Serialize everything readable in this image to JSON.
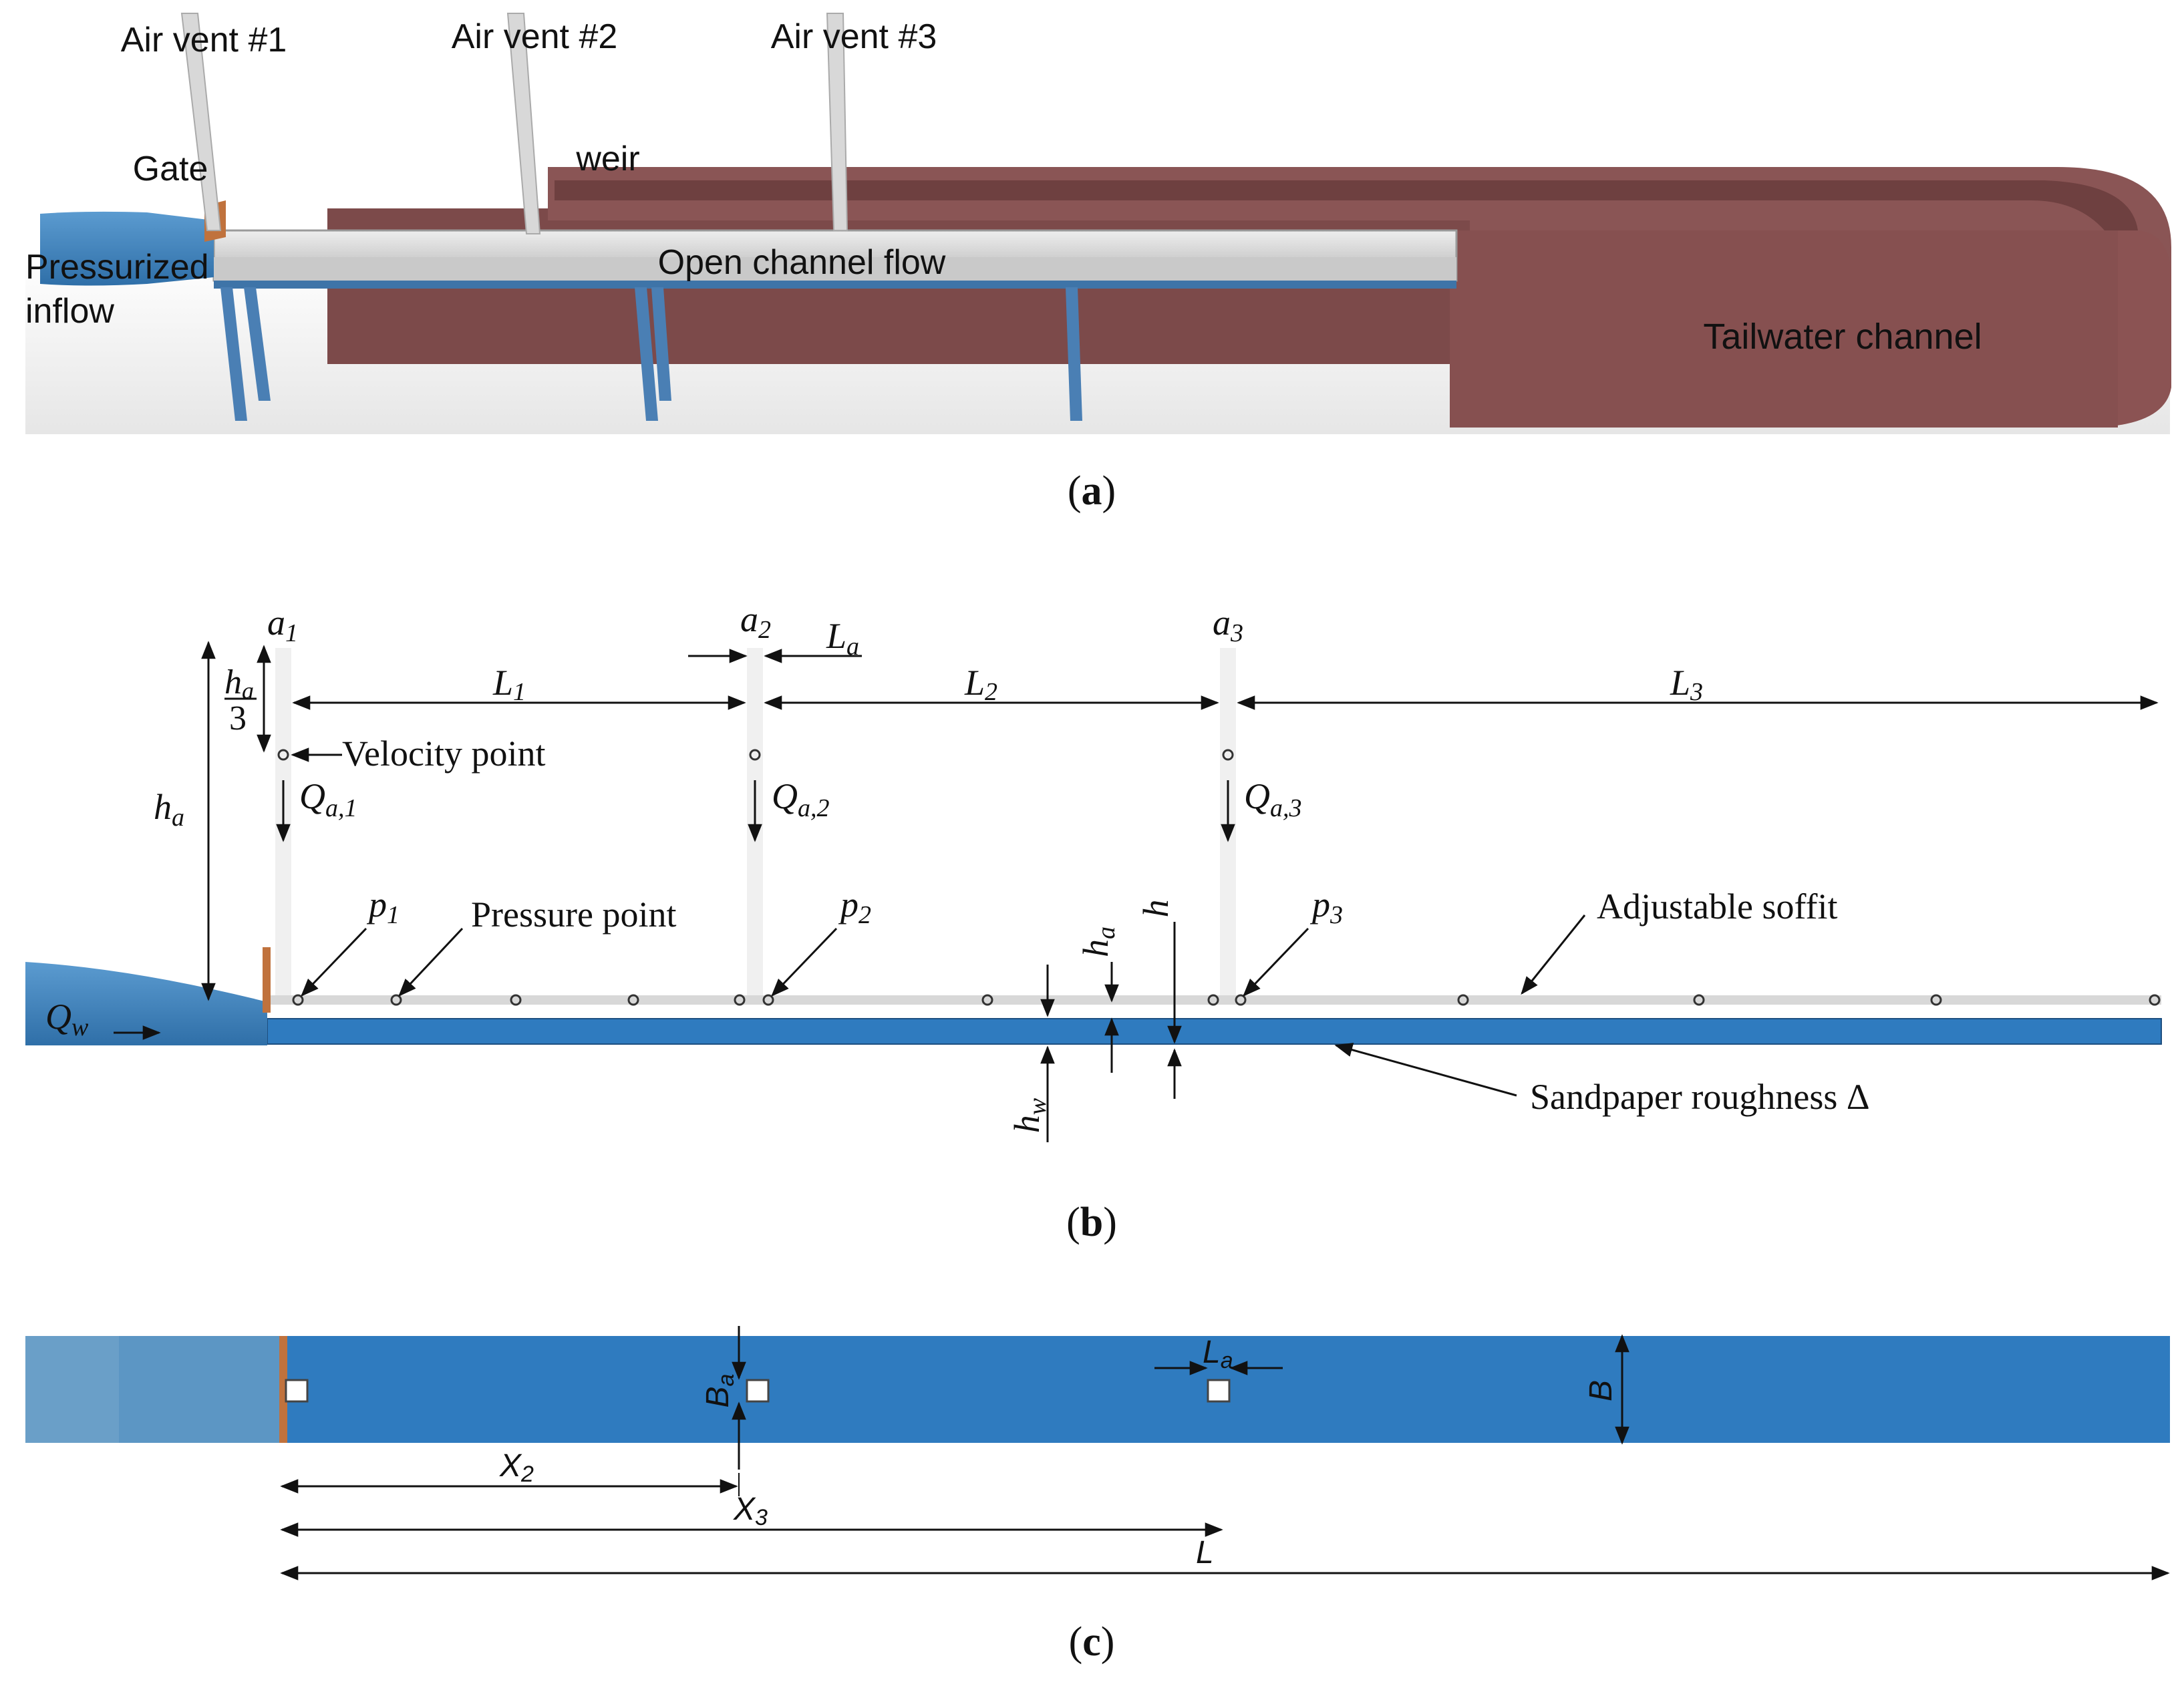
{
  "panel_a": {
    "caption_letter": "a",
    "labels": {
      "air_vent_1": "Air vent #1",
      "air_vent_2": "Air vent #2",
      "air_vent_3": "Air vent #3",
      "gate": "Gate",
      "weir": "weir",
      "pressurized_1": "Pressurized",
      "pressurized_2": "inflow",
      "open_channel": "Open channel flow",
      "tailwater": "Tailwater channel"
    }
  },
  "panel_b": {
    "caption_letter": "b",
    "labels": {
      "a1": "a",
      "a1_sub": "1",
      "a2": "a",
      "a2_sub": "2",
      "a3": "a",
      "a3_sub": "3",
      "La": "L",
      "La_sub": "a",
      "L1": "L",
      "L1_sub": "1",
      "L2": "L",
      "L2_sub": "2",
      "L3": "L",
      "L3_sub": "3",
      "ha_frac_num": "h",
      "ha_frac_num_sub": "a",
      "ha_frac_den": "3",
      "velocity_point": "Velocity point",
      "ha_left": "h",
      "ha_left_sub": "a",
      "Qa1": "Q",
      "Qa1_sub": "a,1",
      "Qa2": "Q",
      "Qa2_sub": "a,2",
      "Qa3": "Q",
      "Qa3_sub": "a,3",
      "p1": "p",
      "p1_sub": "1",
      "p2": "p",
      "p2_sub": "2",
      "p3": "p",
      "p3_sub": "3",
      "pressure_point": "Pressure point",
      "adjustable_soffit": "Adjustable soffit",
      "ha_vert": "h",
      "ha_vert_sub": "a",
      "h_vert": "h",
      "hw": "h",
      "hw_sub": "w",
      "Qw": "Q",
      "Qw_sub": "w",
      "sandpaper": "Sandpaper roughness Δ"
    }
  },
  "panel_c": {
    "caption_letter": "c",
    "labels": {
      "Ba": "B",
      "Ba_sub": "a",
      "La": "L",
      "La_sub": "a",
      "B": "B",
      "X2": "X",
      "X2_sub": "2",
      "X3": "X",
      "X3_sub": "3",
      "L": "L"
    }
  },
  "colors": {
    "channel_blue": "#2f7bbf",
    "flow_blue": "#3b84c8",
    "tailwater_red": "#875252",
    "gate_orange": "#c0723d",
    "soffit_gray": "#d8d8d8"
  }
}
